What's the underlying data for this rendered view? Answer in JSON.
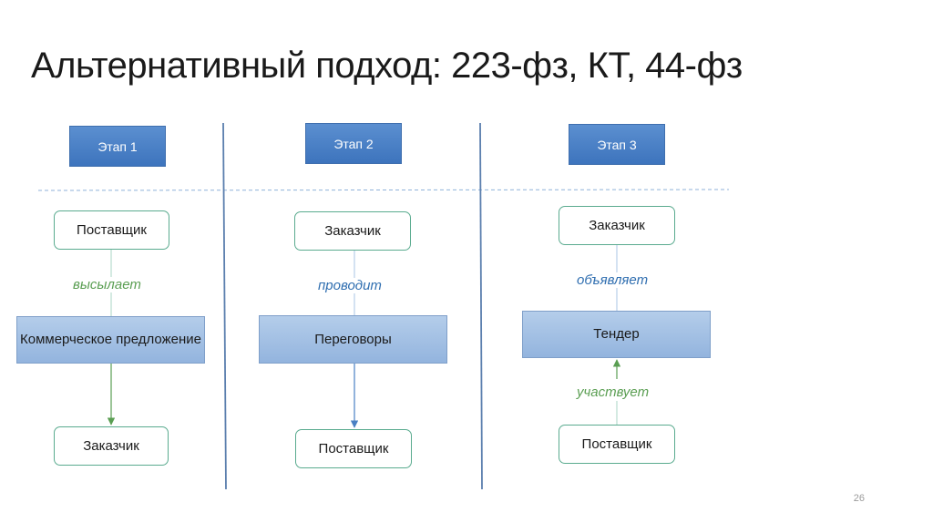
{
  "title": "Альтернативный подход: 223-фз, КТ, 44-фз",
  "page_number": "26",
  "colors": {
    "stage_blue": "#4a80c4",
    "connector_green": "#5aab8f",
    "connector_blue": "#5b8fd0",
    "verb_green": "#5a9e52",
    "verb_blue": "#2f6eb0"
  },
  "columns": [
    {
      "stage": "Этап 1",
      "top_node": "Поставщик",
      "verb": "высылает",
      "process": "Коммерческое предложение",
      "bottom_node": "Заказчик"
    },
    {
      "stage": "Этап 2",
      "top_node": "Заказчик",
      "verb": "проводит",
      "process": "Переговоры",
      "bottom_node": "Поставщик"
    },
    {
      "stage": "Этап 3",
      "top_node": "Заказчик",
      "verb": "объявляет",
      "process": "Тендер",
      "bottom_verb": "участвует",
      "bottom_node": "Поставщик"
    }
  ]
}
